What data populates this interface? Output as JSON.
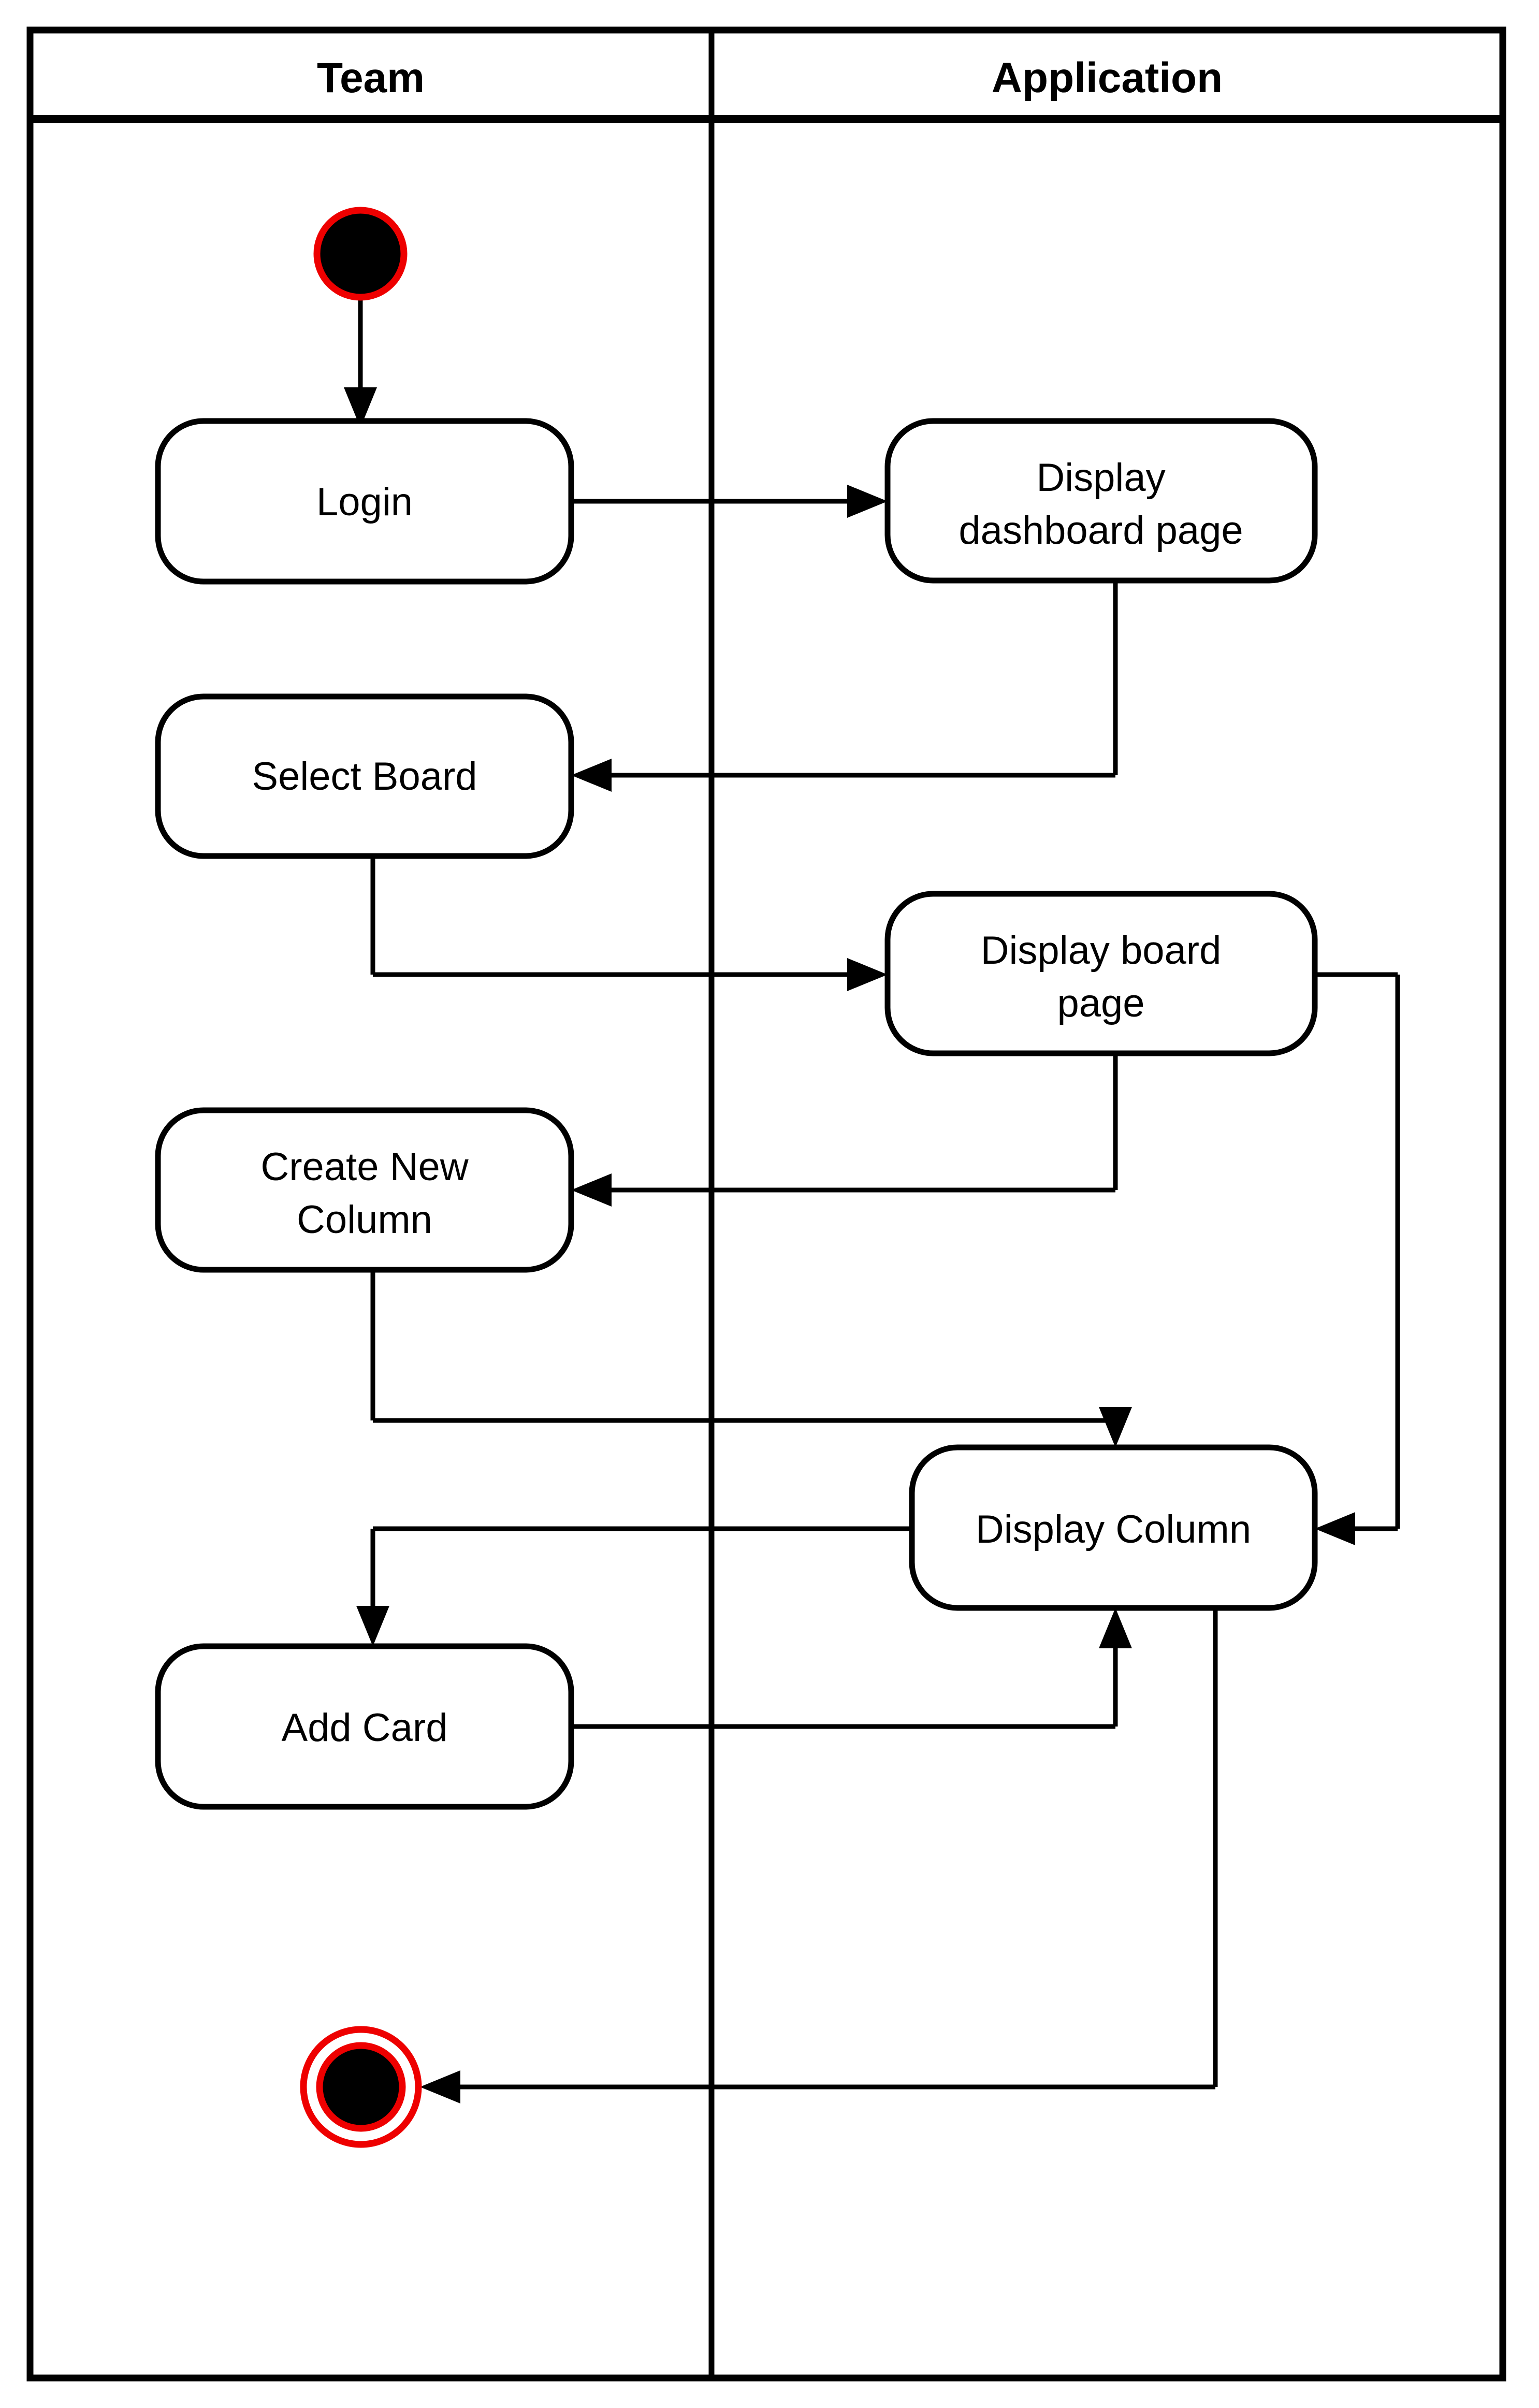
{
  "diagram": {
    "type": "uml-activity-swimlane",
    "title": "",
    "background_color": "#ffffff",
    "line_color": "#000000",
    "node_accent_color": "#ee0000"
  },
  "lanes": [
    {
      "id": "team",
      "label": "Team"
    },
    {
      "id": "application",
      "label": "Application"
    }
  ],
  "nodes": [
    {
      "id": "start",
      "lane": "team",
      "kind": "initial-node",
      "label": ""
    },
    {
      "id": "login",
      "lane": "team",
      "kind": "action",
      "label": "Login"
    },
    {
      "id": "display-dashboard",
      "lane": "application",
      "kind": "action",
      "label": "Display dashboard page",
      "line1": "Display",
      "line2": "dashboard page"
    },
    {
      "id": "select-board",
      "lane": "team",
      "kind": "action",
      "label": "Select Board"
    },
    {
      "id": "display-board",
      "lane": "application",
      "kind": "action",
      "label": "Display board page",
      "line1": "Display board",
      "line2": "page"
    },
    {
      "id": "create-new-column",
      "lane": "team",
      "kind": "action",
      "label": "Create New Column",
      "line1": "Create New",
      "line2": "Column"
    },
    {
      "id": "display-column",
      "lane": "application",
      "kind": "action",
      "label": "Display Column"
    },
    {
      "id": "add-card",
      "lane": "team",
      "kind": "action",
      "label": "Add Card"
    },
    {
      "id": "end",
      "lane": "team",
      "kind": "final-node",
      "label": ""
    }
  ],
  "edges": [
    {
      "from": "start",
      "to": "login",
      "label": ""
    },
    {
      "from": "login",
      "to": "display-dashboard",
      "label": ""
    },
    {
      "from": "display-dashboard",
      "to": "select-board",
      "label": ""
    },
    {
      "from": "select-board",
      "to": "display-board",
      "label": ""
    },
    {
      "from": "display-board",
      "to": "create-new-column",
      "label": ""
    },
    {
      "from": "create-new-column",
      "to": "display-column",
      "label": ""
    },
    {
      "from": "display-board",
      "to": "display-column",
      "label": ""
    },
    {
      "from": "display-column",
      "to": "add-card",
      "label": ""
    },
    {
      "from": "add-card",
      "to": "display-column",
      "label": ""
    },
    {
      "from": "display-column",
      "to": "end",
      "label": ""
    }
  ]
}
